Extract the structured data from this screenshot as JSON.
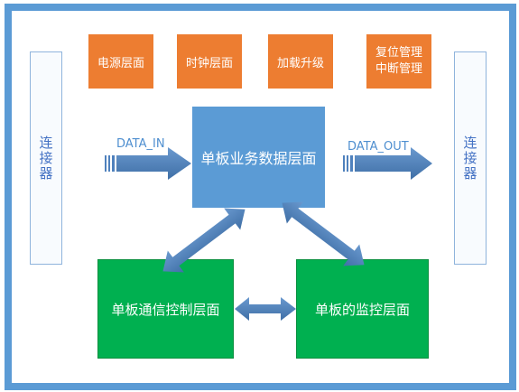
{
  "connector_left": {
    "label": "连接器"
  },
  "connector_right": {
    "label": "连接器"
  },
  "top_blocks": [
    {
      "label": "电源层面"
    },
    {
      "label": "时钟层面"
    },
    {
      "label": "加载升级"
    },
    {
      "label_line1": "复位管理",
      "label_line2": "中断管理"
    }
  ],
  "core": {
    "label": "单板业务数据层面"
  },
  "comm": {
    "label": "单板通信控制层面"
  },
  "monitor": {
    "label": "单板的监控层面"
  },
  "arrows": {
    "data_in": "DATA_IN",
    "data_out": "DATA_OUT"
  },
  "colors": {
    "frame": "#5b9bd5",
    "orange": "#ed7d31",
    "blue": "#5b9bd5",
    "green": "#00b050",
    "arrow": "#4f81bd"
  }
}
